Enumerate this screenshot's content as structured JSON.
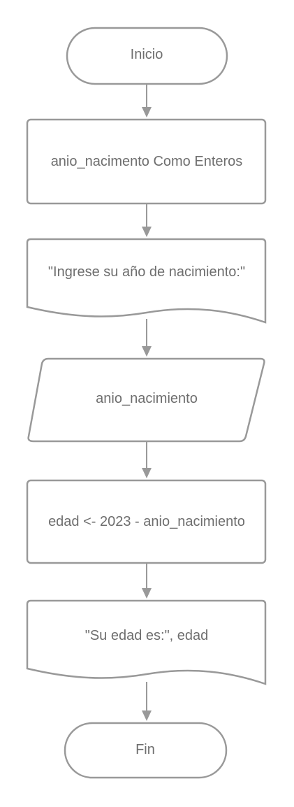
{
  "diagram": {
    "nodes": [
      {
        "id": "inicio",
        "kind": "terminator",
        "label": "Inicio"
      },
      {
        "id": "declare",
        "kind": "process",
        "label": "anio_nacimento Como Enteros"
      },
      {
        "id": "prompt",
        "kind": "document",
        "label": "\"Ingrese su año de nacimiento:\""
      },
      {
        "id": "input",
        "kind": "input-output",
        "label": "anio_nacimiento"
      },
      {
        "id": "compute",
        "kind": "process",
        "label": "edad <- 2023 - anio_nacimiento"
      },
      {
        "id": "output",
        "kind": "document",
        "label": "\"Su edad es:\", edad"
      },
      {
        "id": "fin",
        "kind": "terminator",
        "label": "Fin"
      }
    ],
    "edges": [
      {
        "from": "inicio",
        "to": "declare"
      },
      {
        "from": "declare",
        "to": "prompt"
      },
      {
        "from": "prompt",
        "to": "input"
      },
      {
        "from": "input",
        "to": "compute"
      },
      {
        "from": "compute",
        "to": "output"
      },
      {
        "from": "output",
        "to": "fin"
      }
    ],
    "colors": {
      "stroke": "#999999",
      "text": "#6e6e6e",
      "background": "#ffffff"
    }
  }
}
